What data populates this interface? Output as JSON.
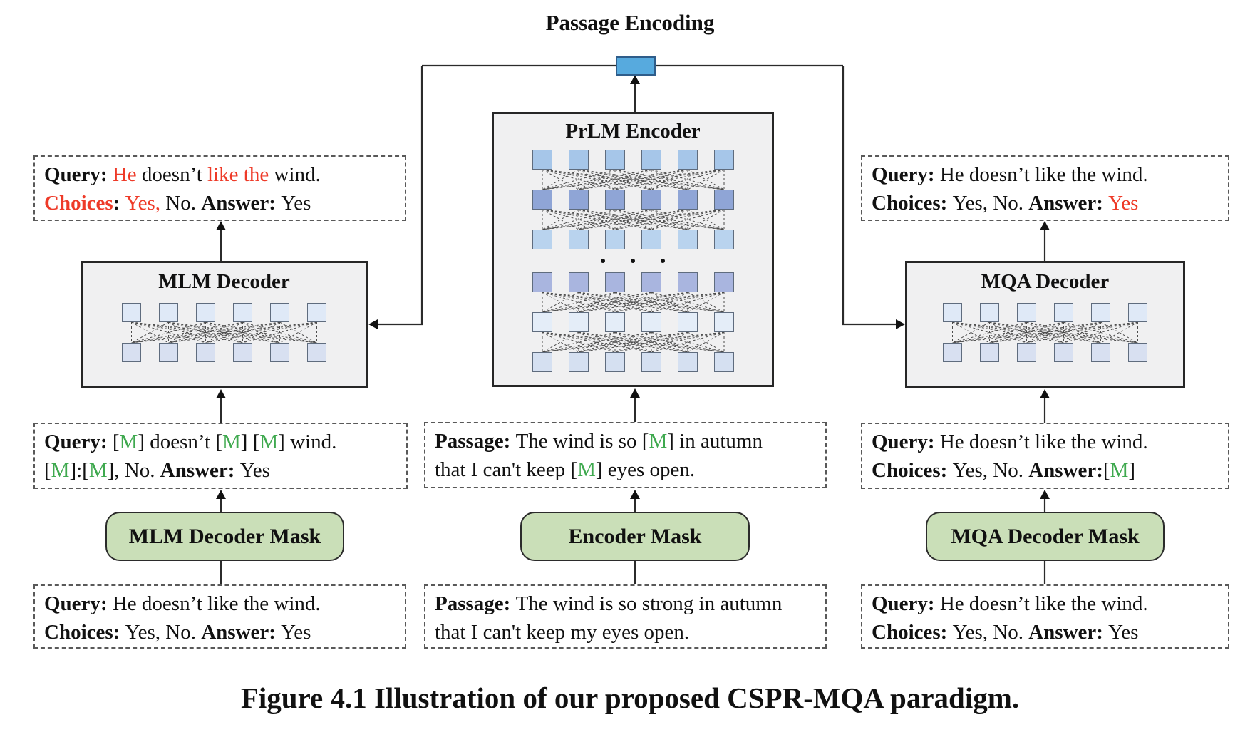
{
  "colors": {
    "red": "#ee3a28",
    "green": "#3fa94f",
    "mask_fill": "#cadfb8",
    "box_fill": "#f0f0f1",
    "encoding_fill": "#57aade"
  },
  "header": {
    "title": "Passage Encoding"
  },
  "encoder": {
    "label": "PrLM Encoder",
    "net": {
      "cols": 6,
      "size": 28,
      "gap": 23,
      "connH": 28,
      "dots_before": 3,
      "rows": [
        "#a6c6e9",
        "#8fa5d6",
        "#b9d3ee",
        "#a9b5df",
        "#e4edf8",
        "#d5e0f1"
      ]
    }
  },
  "mlm_decoder": {
    "label": "MLM Decoder",
    "net": {
      "cols": 6,
      "size": 27,
      "gap": 25,
      "connH": 29,
      "rows": [
        "#dfe9f7",
        "#d8e0f1"
      ]
    }
  },
  "mqa_decoder": {
    "label": "MQA Decoder",
    "net": {
      "cols": 6,
      "size": 27,
      "gap": 25,
      "connH": 29,
      "rows": [
        "#dfe9f7",
        "#d8e0f1"
      ]
    }
  },
  "masks": {
    "mlm": {
      "label": "MLM Decoder Mask"
    },
    "encoder": {
      "label": "Encoder Mask"
    },
    "mqa": {
      "label": "MQA Decoder Mask"
    }
  },
  "text_boxes": {
    "top_left": {
      "lines": [
        [
          {
            "t": "Query: ",
            "b": true
          },
          {
            "t": "He",
            "c": "red"
          },
          {
            "t": " doesn’t "
          },
          {
            "t": "like the",
            "c": "red"
          },
          {
            "t": " wind."
          }
        ],
        [
          {
            "t": "Choices",
            "b": true,
            "c": "red"
          },
          {
            "t": ": ",
            "b": true
          },
          {
            "t": "Yes,",
            "c": "red"
          },
          {
            "t": " No. "
          },
          {
            "t": "Answer: ",
            "b": true
          },
          {
            "t": "Yes"
          }
        ]
      ]
    },
    "top_right": {
      "lines": [
        [
          {
            "t": "Query: ",
            "b": true
          },
          {
            "t": "He doesn’t like the wind."
          }
        ],
        [
          {
            "t": "Choices: ",
            "b": true
          },
          {
            "t": "Yes, No. "
          },
          {
            "t": "Answer: ",
            "b": true
          },
          {
            "t": "Yes",
            "c": "red"
          }
        ]
      ]
    },
    "mid_left": {
      "lines": [
        [
          {
            "t": "Query: ",
            "b": true
          },
          {
            "t": "["
          },
          {
            "t": "M",
            "c": "green"
          },
          {
            "t": "] doesn’t ["
          },
          {
            "t": "M",
            "c": "green"
          },
          {
            "t": "] ["
          },
          {
            "t": "M",
            "c": "green"
          },
          {
            "t": "] wind."
          }
        ],
        [
          {
            "t": "["
          },
          {
            "t": "M",
            "c": "green"
          },
          {
            "t": "]:["
          },
          {
            "t": "M",
            "c": "green"
          },
          {
            "t": "], No. "
          },
          {
            "t": "Answer: ",
            "b": true
          },
          {
            "t": "Yes"
          }
        ]
      ]
    },
    "mid_center": {
      "lines": [
        [
          {
            "t": "Passage: ",
            "b": true
          },
          {
            "t": "The wind is so ["
          },
          {
            "t": "M",
            "c": "green"
          },
          {
            "t": "] in autumn"
          }
        ],
        [
          {
            "t": "that I can't keep ["
          },
          {
            "t": "M",
            "c": "green"
          },
          {
            "t": "] eyes open."
          }
        ]
      ]
    },
    "mid_right": {
      "lines": [
        [
          {
            "t": "Query: ",
            "b": true
          },
          {
            "t": "He doesn’t like the wind."
          }
        ],
        [
          {
            "t": "Choices: ",
            "b": true
          },
          {
            "t": "Yes, No. "
          },
          {
            "t": "Answer:",
            "b": true
          },
          {
            "t": "["
          },
          {
            "t": "M",
            "c": "green"
          },
          {
            "t": "]"
          }
        ]
      ]
    },
    "bottom_left": {
      "lines": [
        [
          {
            "t": "Query: ",
            "b": true
          },
          {
            "t": "He doesn’t like the wind."
          }
        ],
        [
          {
            "t": "Choices: ",
            "b": true
          },
          {
            "t": "Yes, No. "
          },
          {
            "t": "Answer: ",
            "b": true
          },
          {
            "t": "Yes"
          }
        ]
      ]
    },
    "bottom_center": {
      "lines": [
        [
          {
            "t": "Passage: ",
            "b": true
          },
          {
            "t": "The wind is so strong in autumn"
          }
        ],
        [
          {
            "t": "that I can't keep my eyes open."
          }
        ]
      ]
    },
    "bottom_right": {
      "lines": [
        [
          {
            "t": "Query: ",
            "b": true
          },
          {
            "t": "He doesn’t like the wind."
          }
        ],
        [
          {
            "t": "Choices: ",
            "b": true
          },
          {
            "t": "Yes, No. "
          },
          {
            "t": "Answer: ",
            "b": true
          },
          {
            "t": "Yes"
          }
        ]
      ]
    }
  },
  "caption": "Figure 4.1 Illustration of our proposed CSPR-MQA paradigm."
}
